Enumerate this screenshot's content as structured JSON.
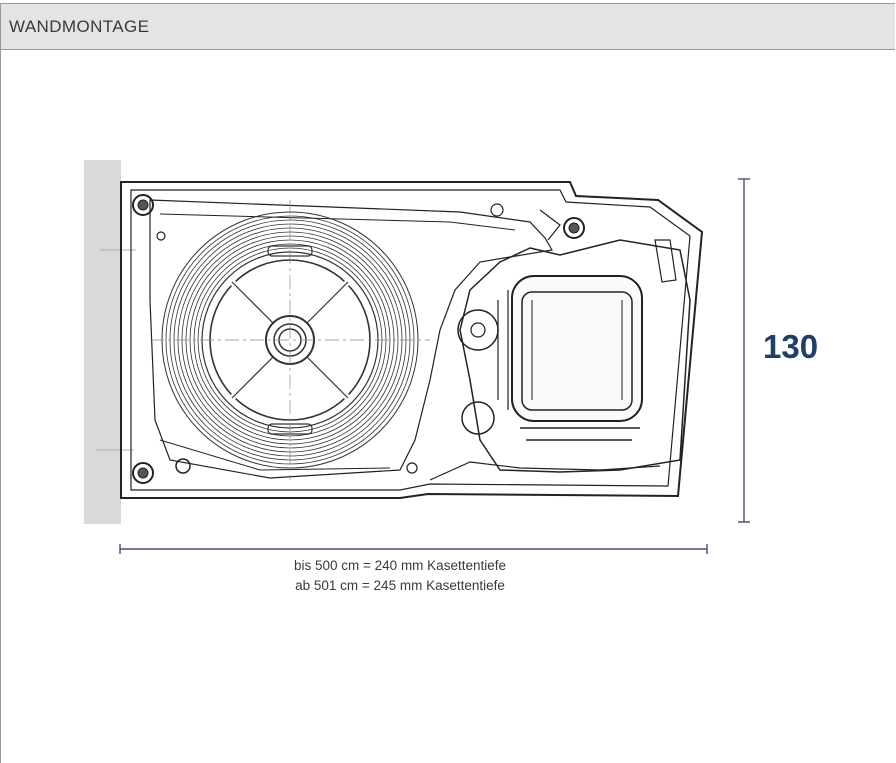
{
  "header": {
    "title": "WANDMONTAGE"
  },
  "diagram": {
    "height_dimension": "130",
    "depth_notes": [
      "bis 500 cm = 240 mm Kasettentiefe",
      "ab 501 cm = 245 mm Kasettentiefe"
    ],
    "colors": {
      "dimension_line": "#4a4a7a",
      "dimension_text": "#1f3e6a",
      "wall": "#d9d9d9",
      "header_bg": "#e4e4e4"
    }
  }
}
